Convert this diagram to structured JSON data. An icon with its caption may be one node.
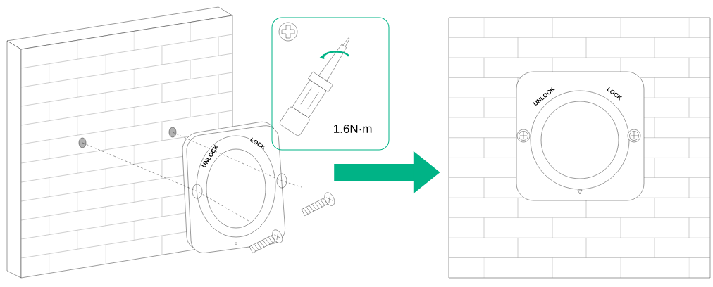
{
  "diagram": {
    "nodes": [
      {
        "text": [],
        "shape": "picture"
      },
      {
        "text": [
          "1.6N·m"
        ]
      },
      {
        "text": [],
        "shape": "picture"
      }
    ],
    "edges": [
      {
        "from": 0,
        "to": 2,
        "arrow": "to"
      }
    ],
    "labels": [
      "UNLOCK",
      "LOCK",
      "UNLOCK",
      "LOCK"
    ]
  }
}
